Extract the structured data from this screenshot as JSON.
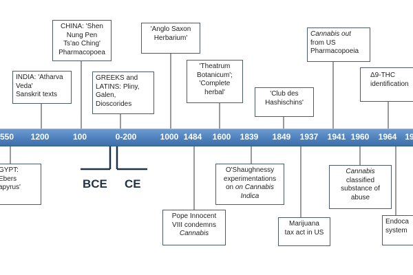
{
  "ticks": [
    "550",
    "1200",
    "100",
    "0-200",
    "1000",
    "1484",
    "1600",
    "1839",
    "1849",
    "1937",
    "1941",
    "1960",
    "1964",
    "19"
  ],
  "era": {
    "before": "BCE",
    "after": "CE"
  },
  "events": {
    "egypt": [
      "GYPT:",
      "Ebers",
      "apyrus'"
    ],
    "india": [
      "INDIA: 'Atharva",
      "Veda'",
      "Sanskrit texts"
    ],
    "china": [
      "CHINA: 'Shen",
      "Nung Pen",
      "Ts'ao Ching'",
      "Pharmacopoea"
    ],
    "greeks": [
      "GREEKS and",
      "LATINS: Pliny,",
      "Galen,",
      "Dioscorides"
    ],
    "anglo": [
      "'Anglo Saxon",
      "Herbarium'"
    ],
    "pope": [
      "Pope Innocent",
      "VIII condemns",
      "Cannabis"
    ],
    "theatrum": [
      "'Theatrum",
      "Botanicum';",
      "'Complete",
      "herbal'"
    ],
    "oshaugh": [
      "O'Shaughnessy",
      "experimentations",
      "on Cannabis",
      "Indica"
    ],
    "club": [
      "'Club des",
      "Hashischins'"
    ],
    "marijuana": [
      "Marijuana",
      "tax act in US"
    ],
    "uspharm": [
      "Cannabis out",
      "from US",
      "Pharmacopoeia"
    ],
    "abuse": [
      "Cannabis",
      "classified",
      "substance of",
      "abuse"
    ],
    "thc": [
      "Δ9-THC",
      "identification"
    ],
    "endoca": [
      "Endoca",
      "system"
    ]
  }
}
